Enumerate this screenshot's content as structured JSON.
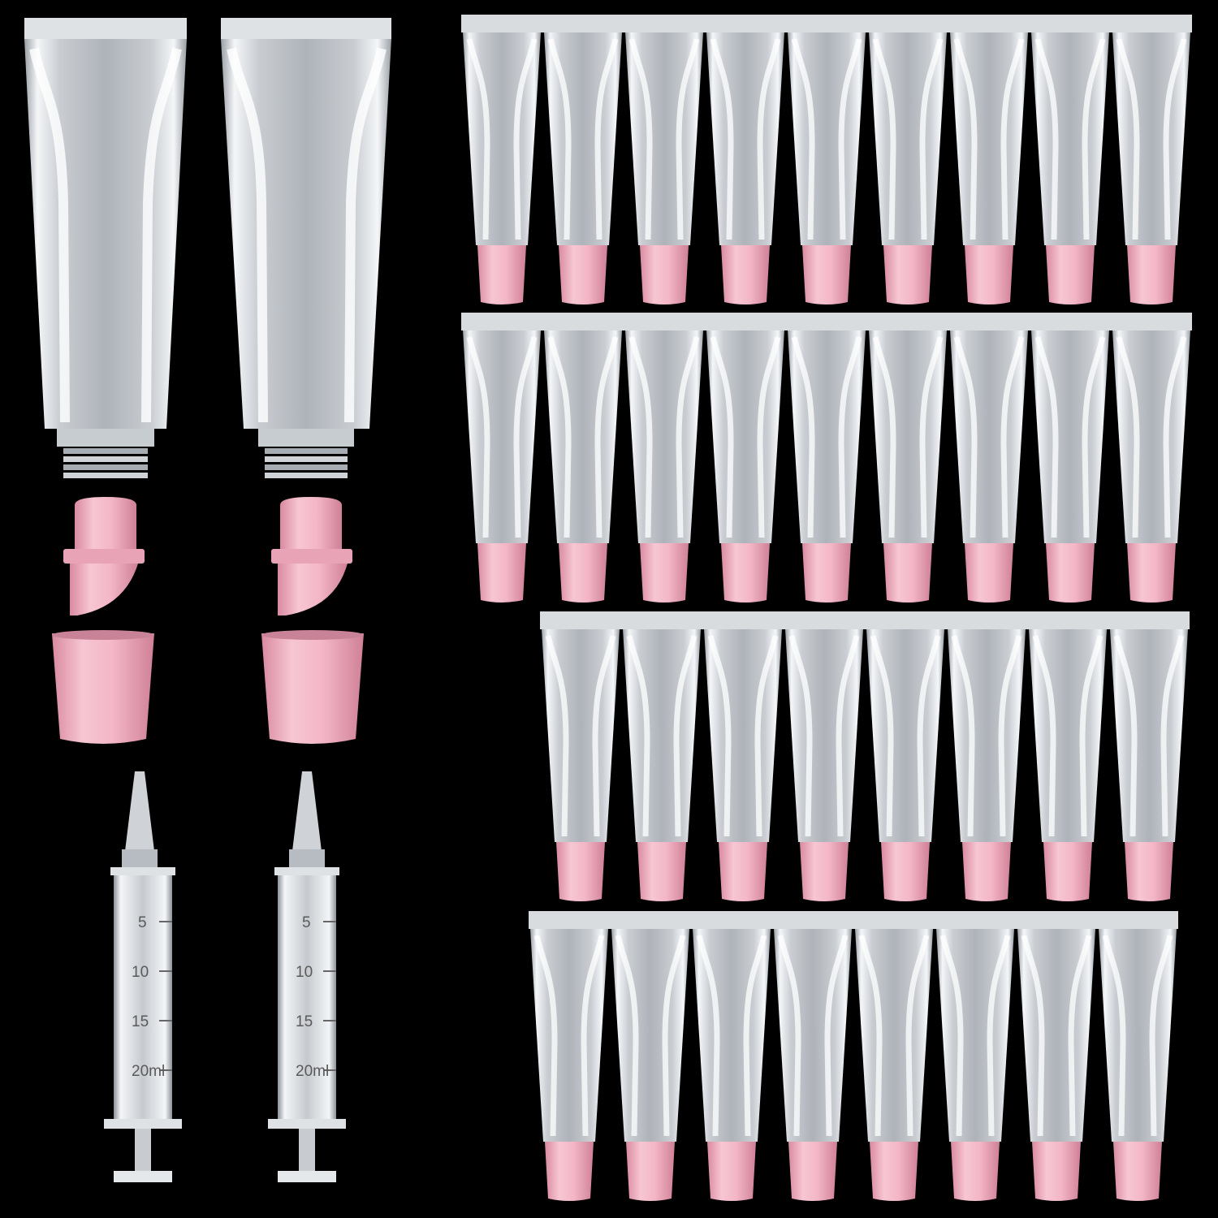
{
  "scene": {
    "background_color": "#000000",
    "tube_color": "#eef0f2",
    "cap_color": "#f2b9c8",
    "cap_shadow_color": "#d993a7"
  },
  "large_tubes": [
    {
      "name": "large-tube-1"
    },
    {
      "name": "large-tube-2"
    }
  ],
  "applicator_tips": [
    {
      "name": "applicator-tip-1"
    },
    {
      "name": "applicator-tip-2"
    }
  ],
  "caps": [
    {
      "name": "cap-1"
    },
    {
      "name": "cap-2"
    }
  ],
  "syringes": [
    {
      "name": "syringe-1",
      "scale_labels": [
        "5",
        "10",
        "15",
        "20ml"
      ]
    },
    {
      "name": "syringe-2",
      "scale_labels": [
        "5",
        "10",
        "15",
        "20ml"
      ]
    }
  ],
  "tube_rows": [
    {
      "name": "tube-row-1",
      "count": 9
    },
    {
      "name": "tube-row-2",
      "count": 9
    },
    {
      "name": "tube-row-3",
      "count": 8
    },
    {
      "name": "tube-row-4",
      "count": 8
    }
  ]
}
